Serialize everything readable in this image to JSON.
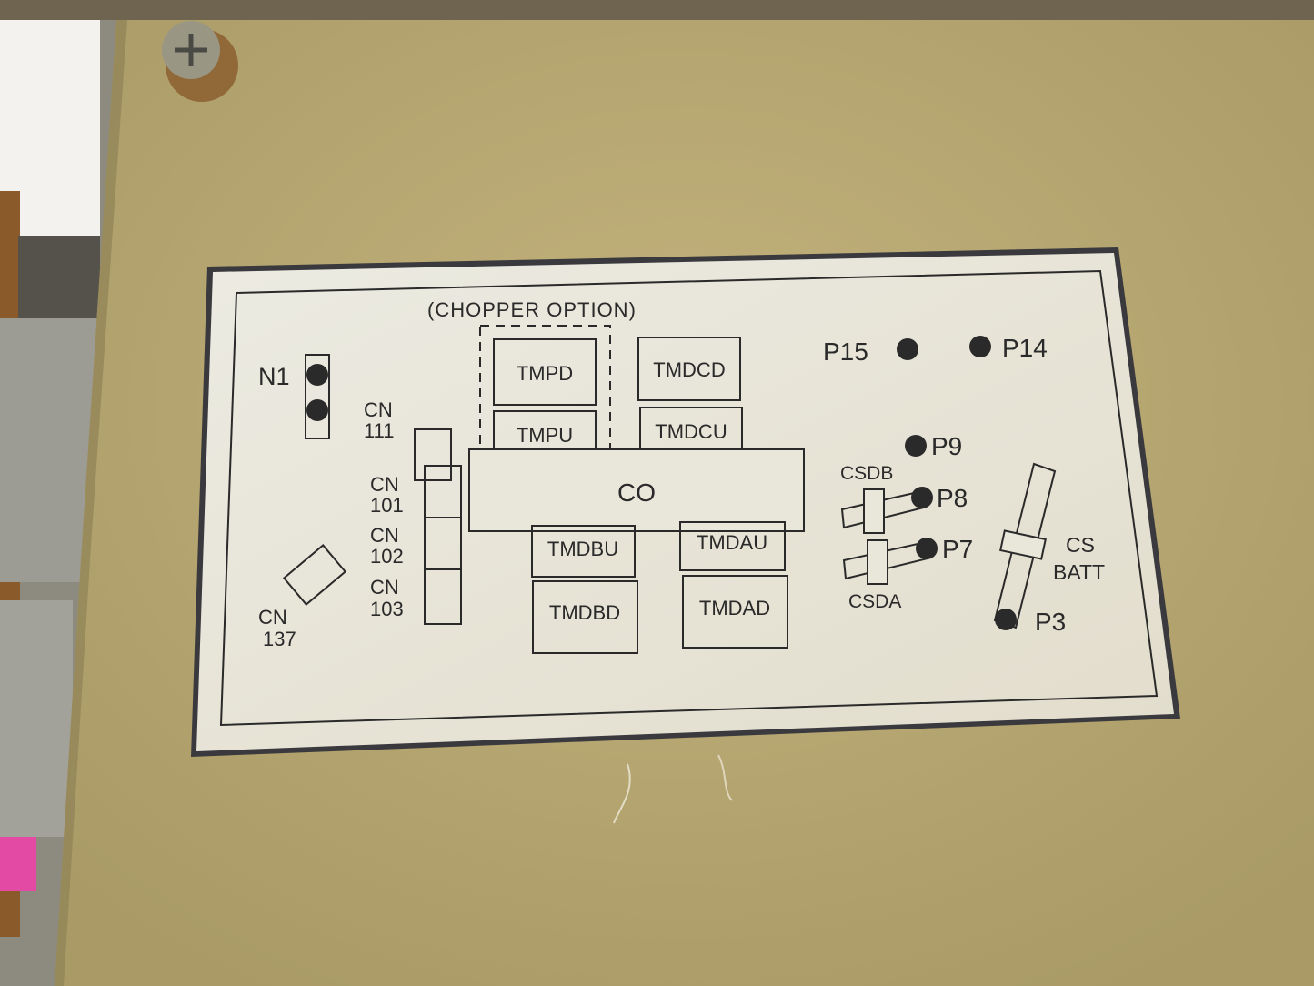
{
  "colors": {
    "panel": "#b9a874",
    "panel_shadow": "#8f8255",
    "plate": "#e9e6da",
    "plate_edge": "#3a3a3e",
    "ink": "#2a2a2a",
    "rust": "#8a5a2b",
    "sky": "#f4f2ee",
    "wire": "#e24aa3"
  },
  "plate": {
    "header": "(CHOPPER OPTION)",
    "points": {
      "p15": "P15",
      "p14": "P14",
      "p9": "P9",
      "p8": "P8",
      "p7": "P7",
      "p3": "P3"
    },
    "n1": "N1",
    "connectors": {
      "cn111_a": "CN",
      "cn111_b": "111",
      "cn101_a": "CN",
      "cn101_b": "101",
      "cn102_a": "CN",
      "cn102_b": "102",
      "cn103_a": "CN",
      "cn103_b": "103",
      "cn137_a": "CN",
      "cn137_b": "137"
    },
    "modules": {
      "tmpd": "TMPD",
      "tmpu": "TMPU",
      "tmdcd": "TMDCD",
      "tmdcu": "TMDCU",
      "co": "CO",
      "tmdbu": "TMDBU",
      "tmdau": "TMDAU",
      "tmdbd": "TMDBD",
      "tmdad": "TMDAD"
    },
    "sensors": {
      "csdb": "CSDB",
      "csda": "CSDA",
      "cs_batt_a": "CS",
      "cs_batt_b": "BATT"
    }
  }
}
